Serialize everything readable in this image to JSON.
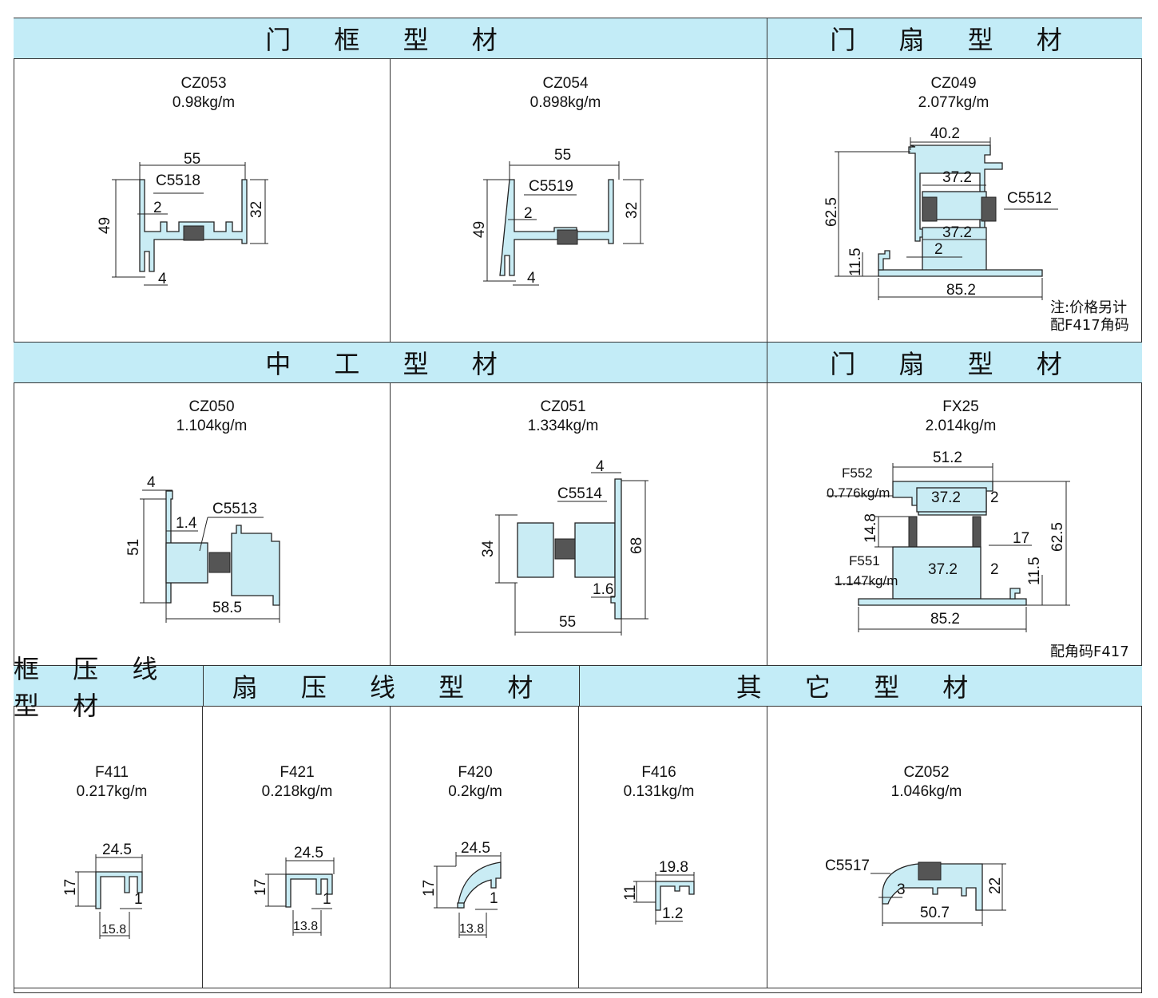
{
  "headers": {
    "door_frame": "门 框 型 材",
    "door_sash_1": "门 扇 型 材",
    "mullion": "中 工 型 材",
    "door_sash_2": "门 扇 型 材",
    "frame_bead": "框 压 线 型 材",
    "sash_bead": "扇 压 线 型 材",
    "other": "其 它 型 材"
  },
  "profiles": {
    "cz053": {
      "code": "CZ053",
      "weight": "0.98kg/m",
      "dims": {
        "w": "55",
        "h": "49",
        "r": "32",
        "t": "2",
        "b": "4",
        "part": "C5518"
      }
    },
    "cz054": {
      "code": "CZ054",
      "weight": "0.898kg/m",
      "dims": {
        "w": "55",
        "h": "49",
        "r": "32",
        "t": "2",
        "b": "4",
        "part": "C5519"
      }
    },
    "cz049": {
      "code": "CZ049",
      "weight": "2.077kg/m",
      "dims": {
        "top": "40.2",
        "a": "37.2",
        "b": "37.2",
        "t": "2",
        "h": "62.5",
        "s": "11.5",
        "w": "85.2",
        "part": "C5512"
      }
    },
    "cz050": {
      "code": "CZ050",
      "weight": "1.104kg/m",
      "dims": {
        "a": "4",
        "b": "1.4",
        "h": "51",
        "w": "58.5",
        "part": "C5513"
      }
    },
    "cz051": {
      "code": "CZ051",
      "weight": "1.334kg/m",
      "dims": {
        "a": "4",
        "h1": "34",
        "h2": "68",
        "t": "1.6",
        "w": "55",
        "part": "C5514"
      }
    },
    "fx25": {
      "code": "FX25",
      "weight": "2.014kg/m",
      "dims": {
        "top": "51.2",
        "a": "37.2",
        "b": "37.2",
        "t1": "2",
        "t2": "2",
        "h1": "14.8",
        "s": "17",
        "h2": "11.5",
        "h": "62.5",
        "w": "85.2",
        "p1": "F552",
        "p1w": "0.776kg/m",
        "p2": "F551",
        "p2w": "1.147kg/m"
      }
    },
    "f411": {
      "code": "F411",
      "weight": "0.217kg/m",
      "dims": {
        "w": "24.5",
        "h": "17",
        "t": "1",
        "b": "15.8"
      }
    },
    "f421": {
      "code": "F421",
      "weight": "0.218kg/m",
      "dims": {
        "w": "24.5",
        "h": "17",
        "t": "1",
        "b": "13.8"
      }
    },
    "f420": {
      "code": "F420",
      "weight": "0.2kg/m",
      "dims": {
        "w": "24.5",
        "h": "17",
        "t": "1",
        "b": "13.8"
      }
    },
    "f416": {
      "code": "F416",
      "weight": "0.131kg/m",
      "dims": {
        "w": "19.8",
        "h": "11",
        "t": "1.2"
      }
    },
    "cz052": {
      "code": "CZ052",
      "weight": "1.046kg/m",
      "dims": {
        "w": "50.7",
        "h": "22",
        "t": "3",
        "part": "C5517"
      }
    }
  },
  "notes": {
    "cz049_note_1": "注:价格另计",
    "cz049_note_2": "配F417角码",
    "fx25_note": "配角码F417"
  }
}
